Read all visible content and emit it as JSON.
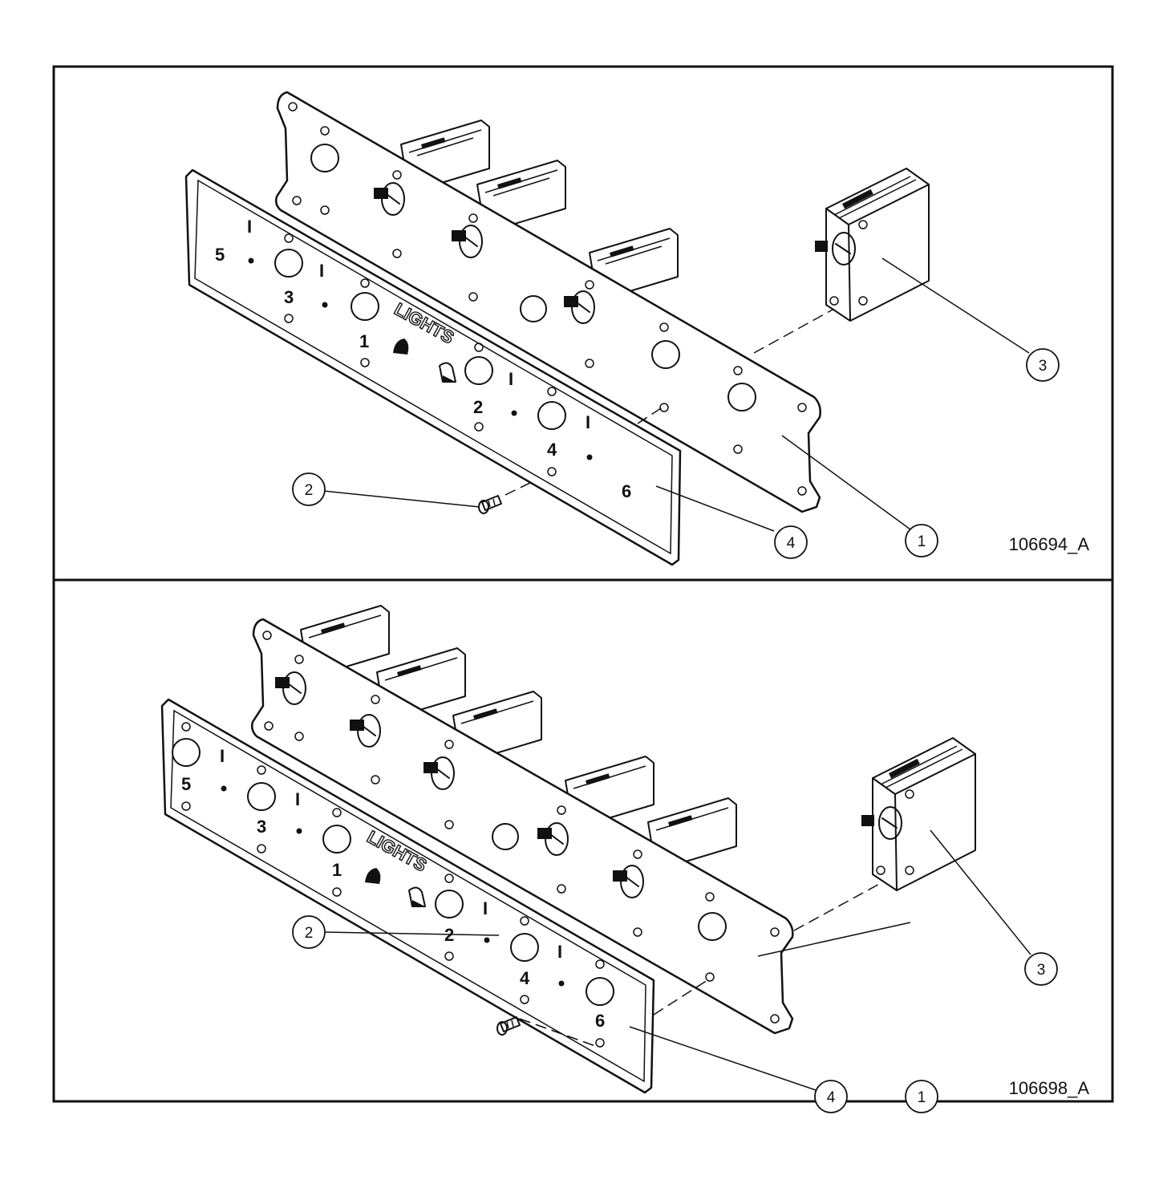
{
  "views": [
    {
      "drawing_number": "106694_A",
      "panel_text": {
        "title": "LIGHTS",
        "numbers": [
          "5",
          "3",
          "1",
          "2",
          "4",
          "6"
        ],
        "marks": [
          "I",
          "I",
          "I",
          "I"
        ]
      },
      "callouts": [
        "1",
        "2",
        "3",
        "4"
      ]
    },
    {
      "drawing_number": "106698_A",
      "panel_text": {
        "title": "LIGHTS",
        "numbers": [
          "5",
          "3",
          "1",
          "2",
          "4",
          "6"
        ],
        "marks": [
          "I",
          "I",
          "I",
          "I"
        ]
      },
      "callouts": [
        "1",
        "2",
        "3",
        "4"
      ]
    }
  ]
}
